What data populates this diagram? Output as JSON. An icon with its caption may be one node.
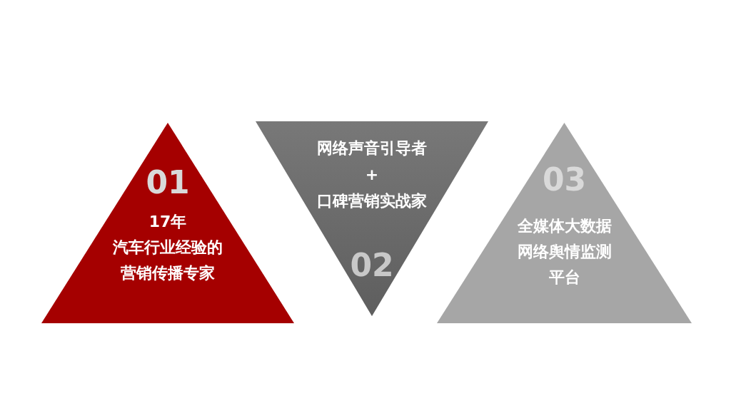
{
  "diagram": {
    "nodes": [
      {
        "text": [
          "01",
          "17年",
          "汽车行业经验的",
          "营销传播专家"
        ]
      },
      {
        "text": [
          "网络声音引导者",
          "+",
          "口碑营销实战家",
          "02"
        ]
      },
      {
        "text": [
          "03",
          "全媒体大数据",
          "网络舆情监测",
          "平台"
        ]
      }
    ]
  }
}
